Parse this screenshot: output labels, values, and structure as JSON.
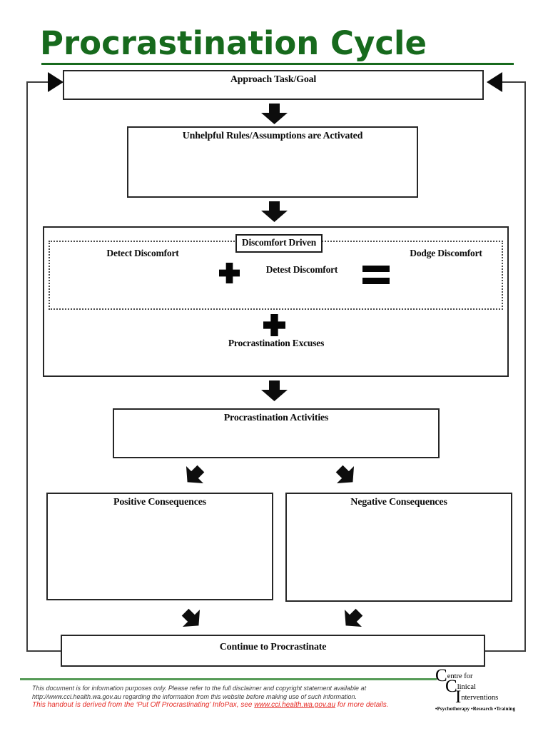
{
  "title": "Procrastination Cycle",
  "flowchart": {
    "approach": "Approach Task/Goal",
    "rules": "Unhelpful Rules/Assumptions are Activated",
    "discomfort_driven": "Discomfort Driven",
    "detect": "Detect Discomfort",
    "detest": "Detest Discomfort",
    "dodge": "Dodge Discomfort",
    "excuses": "Procrastination Excuses",
    "activities": "Procrastination Activities",
    "positive": "Positive Consequences",
    "negative": "Negative Consequences",
    "continue_label": "Continue to Procrastinate"
  },
  "footer": {
    "line1": "This document is for information purposes only. Please refer to the full disclaimer and copyright statement available at",
    "line2": "http://www.cci.health.wa.gov.au regarding the information from this website before making use of such information.",
    "line3_prefix": "This handout is derived from the ‘Put Off Procrastinating’ InfoPax, see ",
    "line3_link": "www.cci.health.wa.gov.au",
    "line3_suffix": " for more details."
  },
  "logo": {
    "line1_initial": "C",
    "line1_rest": "entre for",
    "line2_initial": "C",
    "line2_rest": "linical",
    "line3_initial": "I",
    "line3_rest": "nterventions",
    "tagline": "•Psychotherapy •Research •Training"
  },
  "colors": {
    "title_green": "#176a1d",
    "rule_green": "#569b57",
    "footer_red": "#e52d27",
    "line_gray": "#3d3d3d"
  }
}
